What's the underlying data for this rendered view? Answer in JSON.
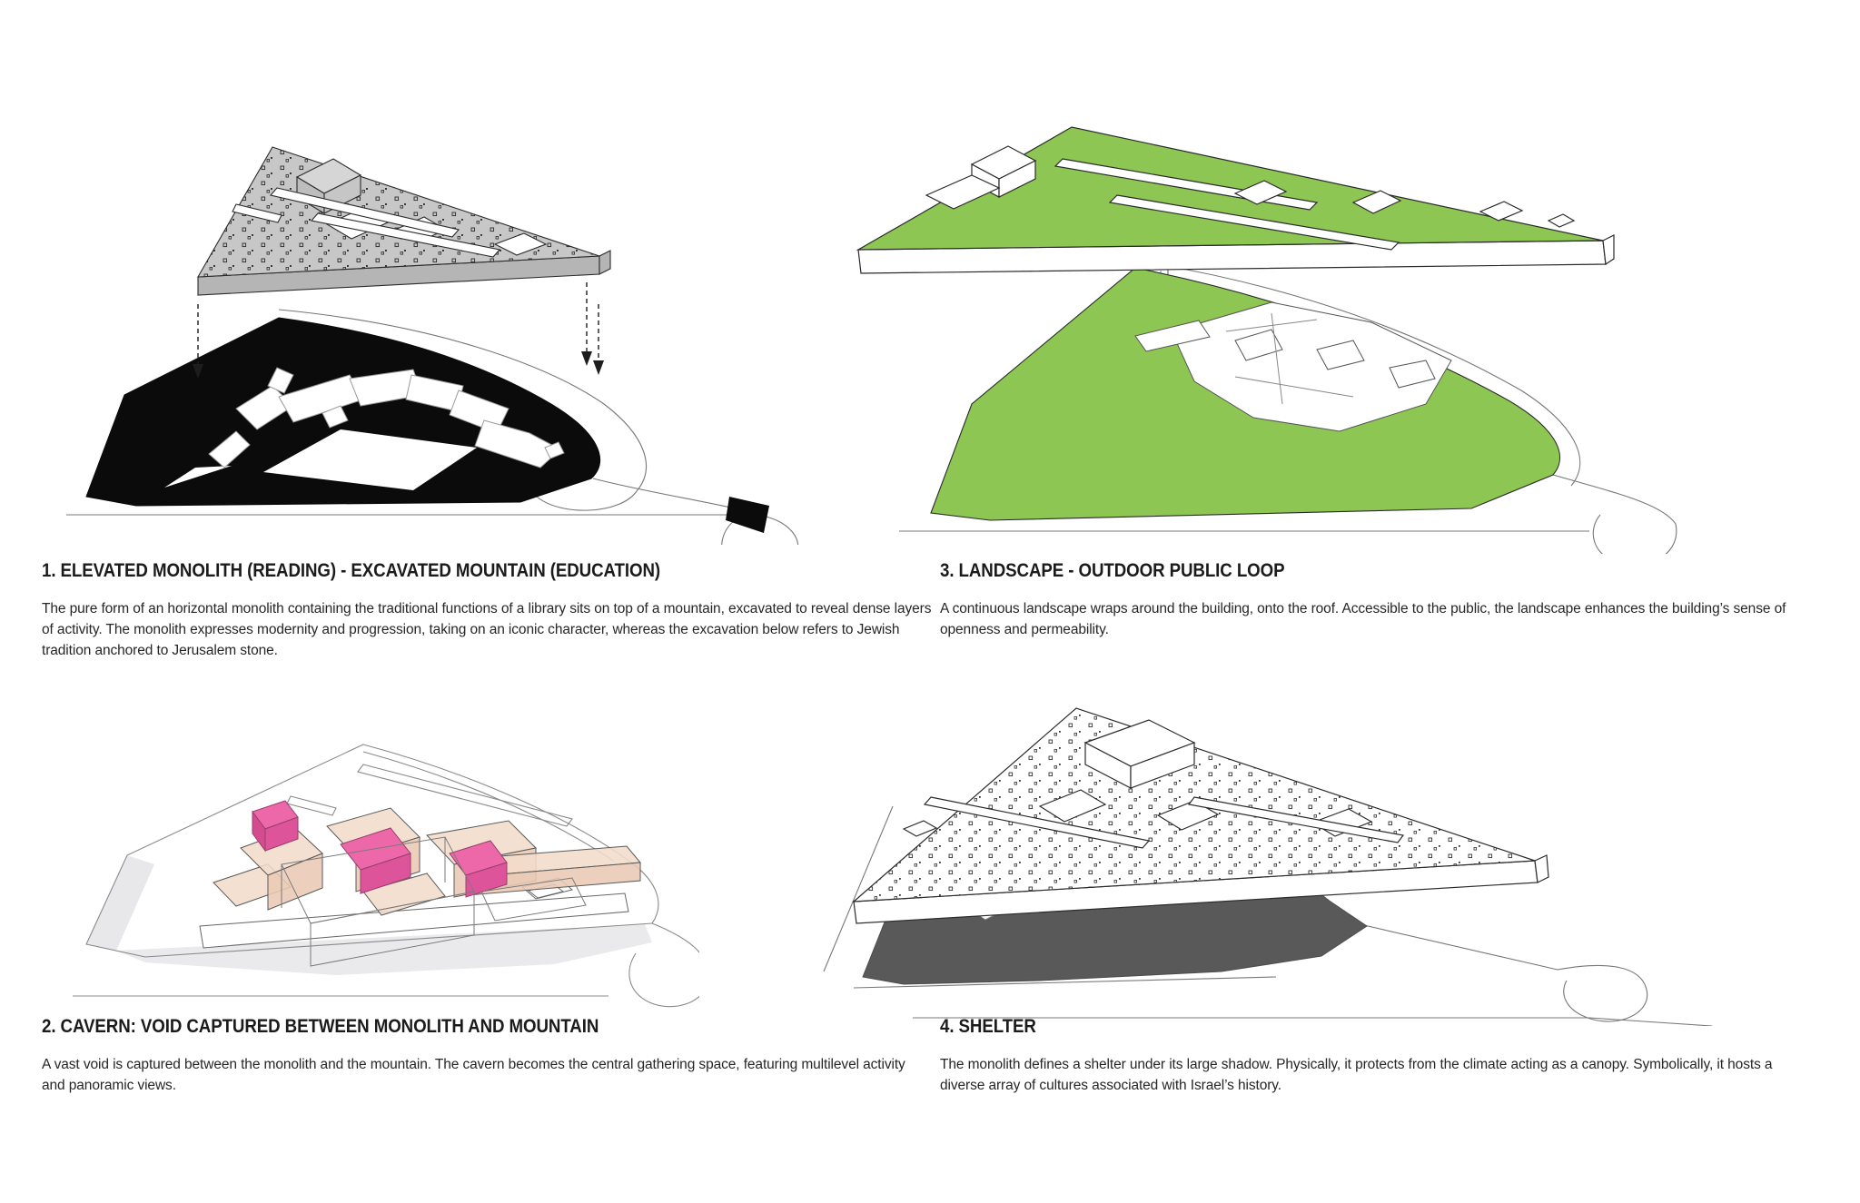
{
  "panels": [
    {
      "number": "1",
      "title": "1. ELEVATED MONOLITH (READING) - EXCAVATED MOUNTAIN (EDUCATION)",
      "body": "The pure form of an horizontal monolith containing the traditional functions of a library sits on top of a mountain, excavated to reveal dense layers of activity. The monolith expresses modernity and progression, taking on an iconic character, whereas the excavation below refers to Jewish tradition anchored to Jerusalem stone."
    },
    {
      "number": "2",
      "title": "2. CAVERN:  VOID CAPTURED BETWEEN MONOLITH AND MOUNTAIN",
      "body": "A vast void is captured between the monolith and the mountain. The cavern becomes the central gathering space, featuring multilevel activity and panoramic views."
    },
    {
      "number": "3",
      "title": "3. LANDSCAPE - OUTDOOR PUBLIC LOOP",
      "body": "A continuous landscape wraps around the building, onto the roof.  Accessible to the public, the landscape enhances the building’s sense of openness and permeability."
    },
    {
      "number": "4",
      "title": "4. SHELTER",
      "body": "The monolith defines a shelter under its large shadow. Physically, it protects from the climate acting as a canopy. Symbolically, it hosts a diverse array of cultures associated with Israel’s history."
    }
  ],
  "colors": {
    "monolith_gray": "#c7c7c7",
    "monolith_gray_edge": "#b5b5b5",
    "excavation_black": "#0b0b0b",
    "landscape_green": "#8dc653",
    "cavern_fill_peach": "#f2dccb",
    "cavern_fill_peach_side": "#e9c9b4",
    "cavern_highlight_pink": "#ec68a8",
    "cavern_highlight_pink_side": "#de549a",
    "shadow_gray": "#595959",
    "outline_dark": "#2b2b2b",
    "site_line_gray": "#8a8a8a"
  }
}
